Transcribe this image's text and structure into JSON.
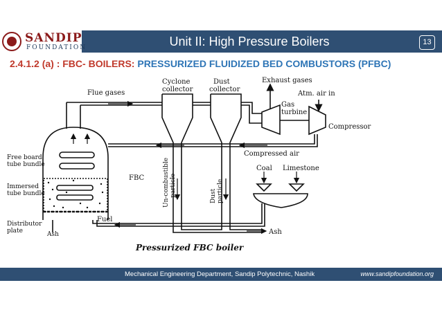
{
  "header": {
    "logo_name": "SANDIP",
    "logo_sub": "FOUNDATION",
    "title": "Unit II: High Pressure Boilers",
    "page_number": "13"
  },
  "subtitle": {
    "part1": "2.4.1.2 (a) : FBC- BOILERS: ",
    "part2": "PRESSURIZED FLUIDIZED BED COMBUSTORS (PFBC)"
  },
  "diagram": {
    "labels": {
      "flue_gases": "Flue gases",
      "cyclone_collector_1": "Cyclone",
      "cyclone_collector_2": "collector",
      "dust_collector_1": "Dust",
      "dust_collector_2": "collector",
      "exhaust_gases": "Exhaust gases",
      "atm_air_in": "Atm. air in",
      "gas_turbine_1": "Gas",
      "gas_turbine_2": "turbine",
      "compressor": "Compressor",
      "compressed_air": "Compressed air",
      "free_board_1": "Free board",
      "free_board_2": "tube bundle",
      "immersed_1": "Immersed",
      "immersed_2": "tube bundle",
      "fbc": "FBC",
      "uncombustible_1": "Un-combustible",
      "uncombustible_2": "particle",
      "dust_particle_1": "Dust",
      "dust_particle_2": "particle",
      "coal": "Coal",
      "limestone": "Limestone",
      "distributor_1": "Distributor",
      "distributor_2": "plate",
      "ash_left": "Ash",
      "fuel": "Fuel",
      "ash_right": "Ash",
      "caption": "Pressurized FBC boiler"
    }
  },
  "footer": {
    "text": "Mechanical Engineering Department, Sandip Polytechnic, Nashik",
    "url": "www.sandipfoundation.org"
  },
  "colors": {
    "header_bg": "#2f4f73",
    "logo_red": "#8b1a1a",
    "subtitle_red": "#c0392b",
    "subtitle_blue": "#2e75b6"
  }
}
